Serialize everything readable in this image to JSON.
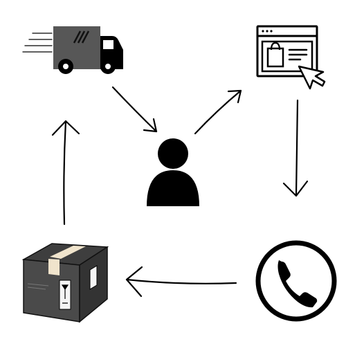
{
  "diagram": {
    "nodes": [
      {
        "id": "truck",
        "icon": "delivery-truck-icon"
      },
      {
        "id": "shop",
        "icon": "online-shop-browser-icon"
      },
      {
        "id": "customer",
        "icon": "person-icon"
      },
      {
        "id": "phone",
        "icon": "phone-call-icon"
      },
      {
        "id": "package",
        "icon": "shipping-box-icon"
      }
    ],
    "edges": [
      {
        "from": "truck",
        "to": "customer"
      },
      {
        "from": "customer",
        "to": "shop"
      },
      {
        "from": "shop",
        "to": "phone"
      },
      {
        "from": "phone",
        "to": "package"
      },
      {
        "from": "package",
        "to": "truck"
      }
    ],
    "colors": {
      "ink": "#000000",
      "truck_body": "#575757",
      "box_body": "#4a4a4a",
      "box_tape": "#f0e4cc",
      "paper": "#ffffff"
    }
  }
}
